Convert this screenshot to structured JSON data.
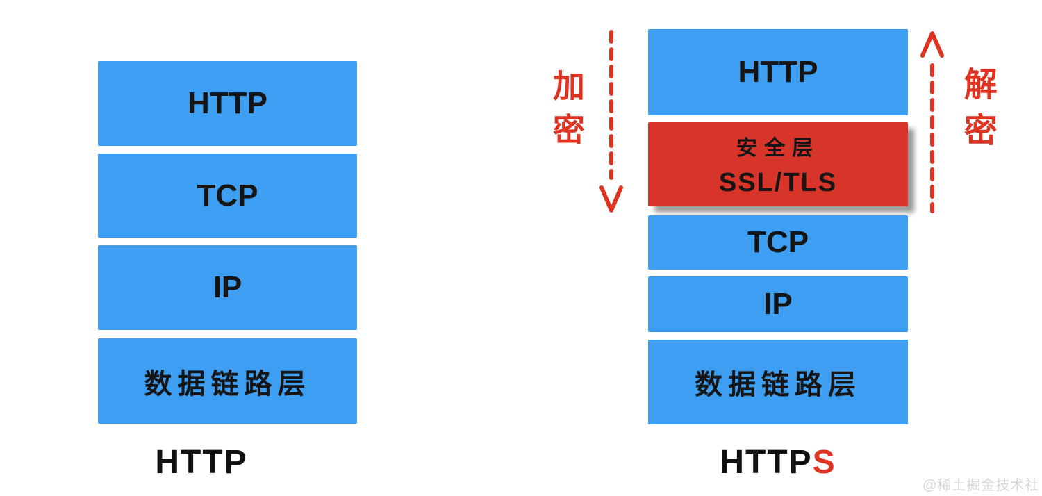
{
  "colors": {
    "layer_blue": "#3E9FF2",
    "layer_red": "#D8352A",
    "annotation_red": "#DF3322",
    "box_text": "#151515",
    "caption_text": "#111111",
    "watermark_gray": "#D6D6D6"
  },
  "left_stack": {
    "layers": [
      {
        "label": "HTTP"
      },
      {
        "label": "TCP"
      },
      {
        "label": "IP"
      },
      {
        "label": "数据链路层"
      }
    ],
    "caption": "HTTP"
  },
  "right_stack": {
    "layers": [
      {
        "label": "HTTP"
      },
      {
        "label_top": "安全层",
        "label_bottom": "SSL/TLS"
      },
      {
        "label": "TCP"
      },
      {
        "label": "IP"
      },
      {
        "label": "数据链路层"
      }
    ],
    "caption_black": "HTTP",
    "caption_red_suffix": "S"
  },
  "annotations": {
    "encrypt": "加密",
    "decrypt": "解密"
  },
  "watermark": "@稀土掘金技术社区"
}
